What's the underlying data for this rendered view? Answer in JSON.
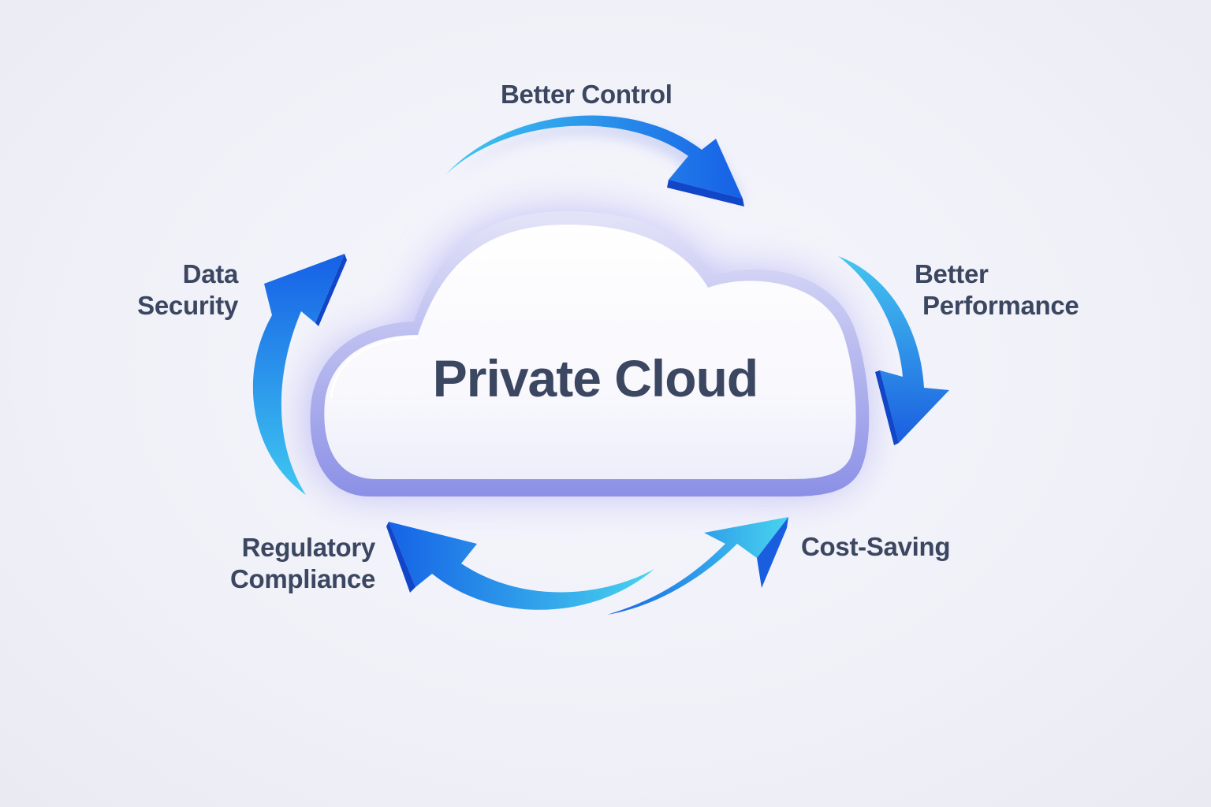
{
  "diagram": {
    "center": {
      "title": "Private Cloud",
      "icon": "cloud-icon"
    },
    "benefits": [
      {
        "id": "better-control",
        "lines": [
          "Better Control"
        ],
        "arrow_direction": "clockwise-right"
      },
      {
        "id": "better-performance",
        "lines": [
          "Better",
          "Performance"
        ],
        "arrow_direction": "down"
      },
      {
        "id": "cost-saving",
        "lines": [
          "Cost-Saving"
        ],
        "arrow_direction": "up-right"
      },
      {
        "id": "regulatory-compliance",
        "lines": [
          "Regulatory",
          "Compliance"
        ],
        "arrow_direction": "up-left"
      },
      {
        "id": "data-security",
        "lines": [
          "Data",
          "Security"
        ],
        "arrow_direction": "up"
      }
    ],
    "colors": {
      "text": "#3b4660",
      "arrow_light": "#3fc8f0",
      "arrow_dark": "#1450d8",
      "cloud_glow": "#8f8cf0",
      "background": "#f2f3f9"
    }
  }
}
